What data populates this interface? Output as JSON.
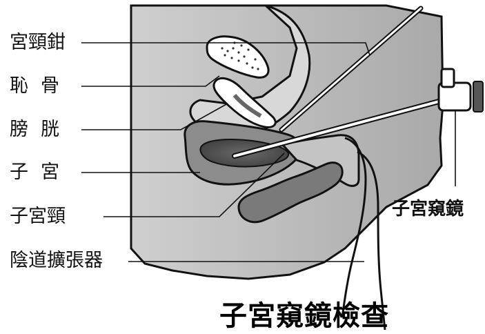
{
  "labels": {
    "forceps": "宮頸鉗",
    "pubic_bone": "恥骨",
    "bladder": "膀胱",
    "uterus": "子宮",
    "cervix": "子宮頸",
    "speculum": "陰道擴張器",
    "hysteroscope": "子宮窺鏡"
  },
  "title": "子宮窺鏡檢查",
  "colors": {
    "background": "#ffffff",
    "body_fill": "#cfcfcf",
    "body_outline": "#111111",
    "uterus_dark": "#555555",
    "bowel": "#777777",
    "bladder_fill": "#bdbdbd"
  }
}
